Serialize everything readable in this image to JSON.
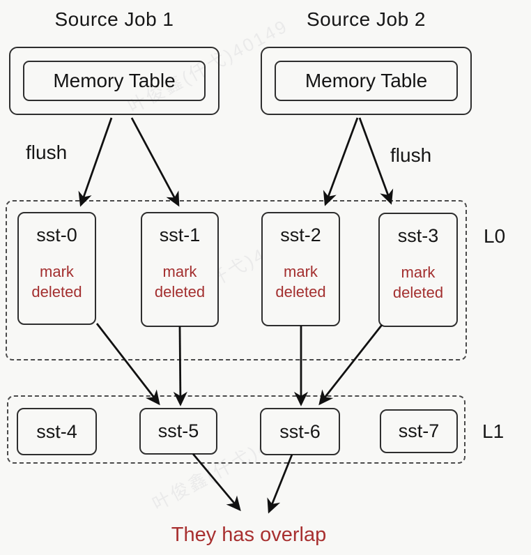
{
  "diagram": {
    "jobs": [
      {
        "title": "Source Job 1",
        "box_label": "Memory Table"
      },
      {
        "title": "Source Job 2",
        "box_label": "Memory Table"
      }
    ],
    "flush_label_left": "flush",
    "flush_label_right": "flush",
    "levels": [
      {
        "name": "L0",
        "ssts": [
          {
            "id": "sst-0",
            "note": "mark deleted"
          },
          {
            "id": "sst-1",
            "note": "mark deleted"
          },
          {
            "id": "sst-2",
            "note": "mark deleted"
          },
          {
            "id": "sst-3",
            "note": "mark deleted"
          }
        ]
      },
      {
        "name": "L1",
        "ssts": [
          {
            "id": "sst-4"
          },
          {
            "id": "sst-5"
          },
          {
            "id": "sst-6"
          },
          {
            "id": "sst-7"
          }
        ]
      }
    ],
    "annotation": "They has overlap",
    "watermark": "叶俊鑫(仟弋)40149",
    "colors": {
      "note_red": "#a32f2f",
      "annotation_red": "#a83030",
      "line_black": "#111111",
      "border_dark": "#2e2e2e"
    }
  }
}
